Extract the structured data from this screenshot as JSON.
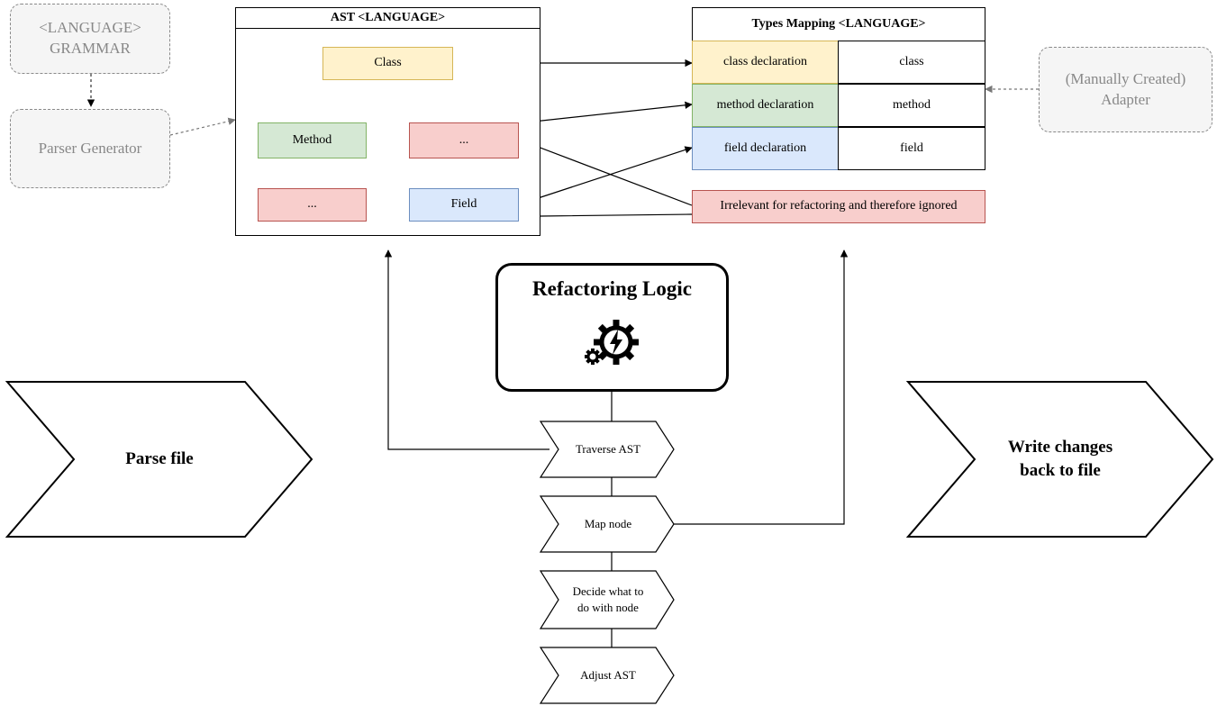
{
  "grammar": "<LANGUAGE>\nGRAMMAR",
  "parser_generator": "Parser Generator",
  "adapter": "(Manually Created)\nAdapter",
  "ast": {
    "title": "AST <LANGUAGE>",
    "class": "Class",
    "method": "Method",
    "dots_top": "...",
    "dots_bottom": "...",
    "field": "Field"
  },
  "types_mapping": {
    "title": "Types Mapping <LANGUAGE>",
    "rows": [
      {
        "declaration": "class declaration",
        "type": "class",
        "color": "#fff2cc"
      },
      {
        "declaration": "method declaration",
        "type": "method",
        "color": "#d5e8d4"
      },
      {
        "declaration": "field declaration",
        "type": "field",
        "color": "#dae8fc"
      }
    ],
    "irrelevant": "Irrelevant for refactoring and therefore ignored"
  },
  "refactoring_logic": {
    "title": "Refactoring Logic",
    "icon": "gears-lightning-icon"
  },
  "steps": [
    "Traverse AST",
    "Map node",
    "Decide what to\ndo with node",
    "Adjust AST"
  ],
  "parse_file": "Parse file",
  "write_changes": "Write changes\nback to file"
}
